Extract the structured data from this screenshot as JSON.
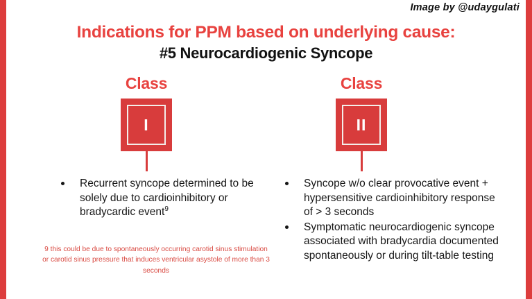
{
  "credit": "Image by @udaygulati",
  "title": {
    "main": "Indications for PPM based on underlying cause:",
    "sub": "#5 Neurocardiogenic Syncope"
  },
  "colors": {
    "accent_red": "#dd3d3d",
    "title_red": "#e8423f",
    "badge_red": "#d83c3c",
    "footnote_red": "#d94a42",
    "text_black": "#161616",
    "background": "#ffffff"
  },
  "classes": [
    {
      "label": "Class",
      "numeral": "I",
      "bullets": [
        {
          "text": "Recurrent syncope determined to be solely due to cardioinhibitory or bradycardic event",
          "superscript": "9"
        }
      ]
    },
    {
      "label": "Class",
      "numeral": "II",
      "bullets": [
        {
          "text": "Syncope w/o clear provocative event + hypersensitive cardioinhibitory response of > 3 seconds",
          "superscript": ""
        },
        {
          "text": "Symptomatic neurocardiogenic syncope associated with bradycardia documented spontaneously or during tilt-table testing",
          "superscript": ""
        }
      ]
    }
  ],
  "footnote": "9 this could be due to spontaneously occurring carotid sinus stimulation or carotid sinus pressure that induces ventricular asystole of more than 3 seconds"
}
